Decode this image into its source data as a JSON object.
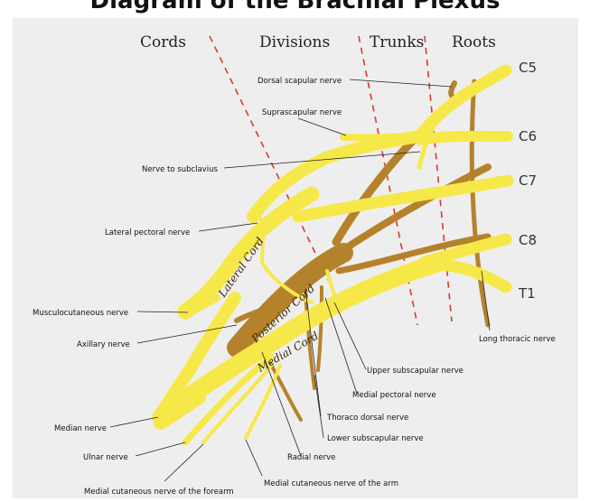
{
  "title": "Diagram of the Brachial Plexus",
  "headers": {
    "cords": "Cords",
    "divisions": "Divisions",
    "trunks": "Trunks",
    "roots": "Roots"
  },
  "roots": {
    "c5": "C5",
    "c6": "C6",
    "c7": "C7",
    "c8": "C8",
    "t1": "T1"
  },
  "cords": {
    "lateral": "Lateral Cord",
    "posterior": "Posterior Cord",
    "medial": "Medial Cord"
  },
  "labels": {
    "dorsal_scapular": "Dorsal scapular nerve",
    "suprascapular": "Suprascapular nerve",
    "nerve_to_subclavius": "Nerve to subclavius",
    "lateral_pectoral": "Lateral pectoral nerve",
    "musculocutaneous": "Musculocutaneous nerve",
    "axillary": "Axillary nerve",
    "median": "Median nerve",
    "ulnar": "Ulnar nerve",
    "med_cut_forearm": "Medial cutaneous nerve of the forearm",
    "med_cut_arm": "Medial cutaneous nerve of the arm",
    "radial": "Radial nerve",
    "lower_subscapular": "Lower subscapular nerve",
    "thoraco_dorsal": "Thoraco dorsal nerve",
    "medial_pectoral": "Medial pectoral nerve",
    "upper_subscapular": "Upper subscapular nerve",
    "long_thoracic": "Long thoracic nerve"
  },
  "colors": {
    "nerve": "#f7e84a",
    "posterior": "#b5822c",
    "outline": "#d8c53a",
    "divider": "#d9392e"
  }
}
